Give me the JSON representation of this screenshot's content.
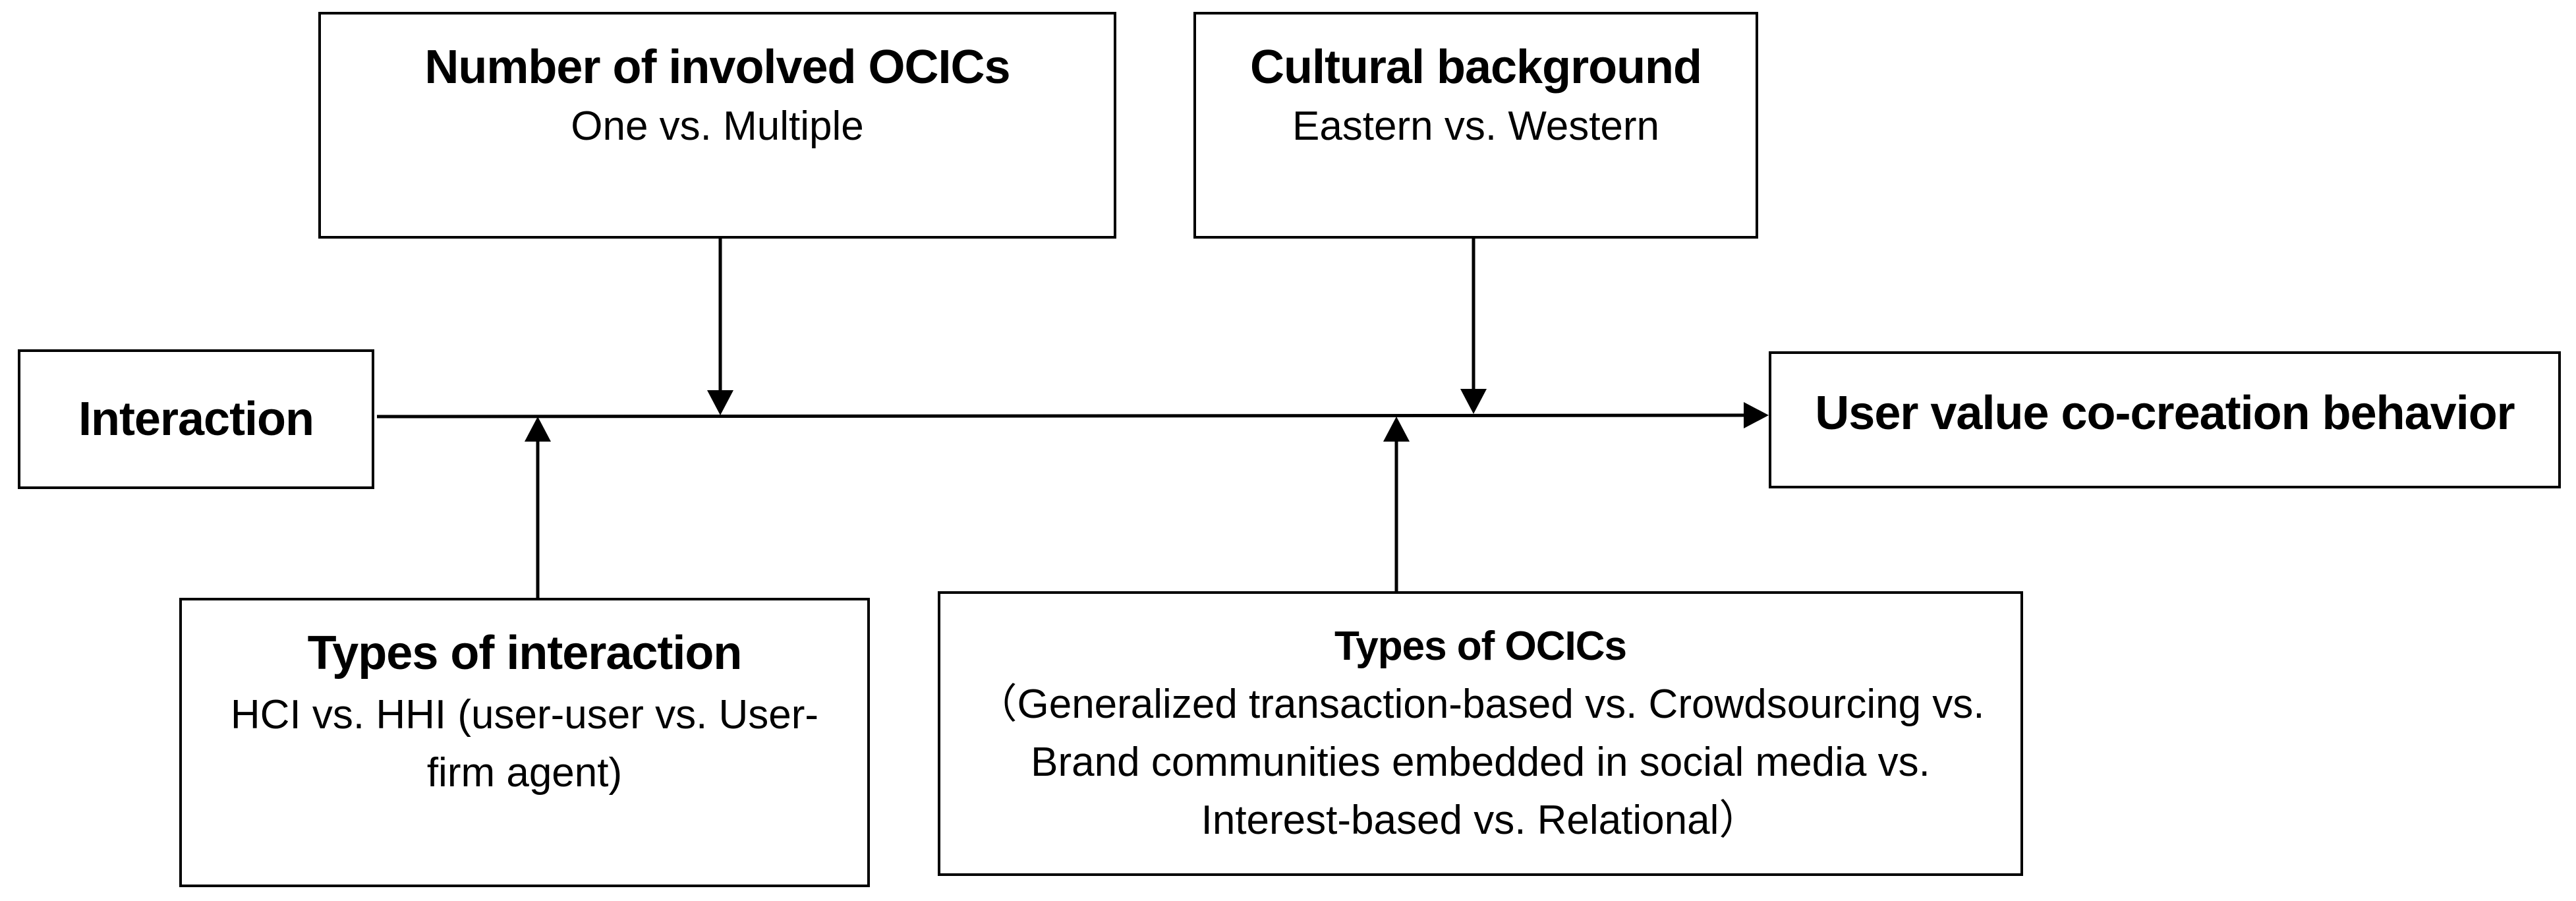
{
  "diagram": {
    "number_ocics": {
      "title": "Number of involved OCICs",
      "subtitle": "One vs. Multiple"
    },
    "cultural": {
      "title": "Cultural background",
      "subtitle": "Eastern vs. Western"
    },
    "interaction": {
      "title": "Interaction"
    },
    "outcome": {
      "title": "User value co-creation behavior"
    },
    "types_interaction": {
      "title": "Types of interaction",
      "subtitle": "HCI vs. HHI (user-user vs. User-firm agent)"
    },
    "types_ocics": {
      "title": "Types of OCICs",
      "subtitle": "（Generalized transaction-based vs. Crowdsourcing vs. Brand communities embedded in social media vs. Interest-based vs. Relational）"
    }
  },
  "colors": {
    "stroke": "#000000",
    "background": "#ffffff"
  }
}
